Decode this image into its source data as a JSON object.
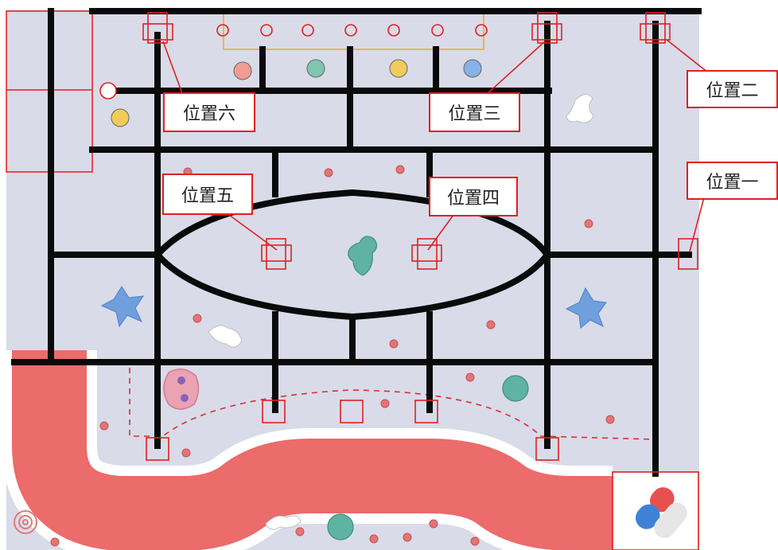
{
  "labels": {
    "pos1": "位置一",
    "pos2": "位置二",
    "pos3": "位置三",
    "pos4": "位置四",
    "pos5": "位置五",
    "pos6": "位置六"
  },
  "colors": {
    "floor": "#d9dbe9",
    "line": "#0a0a0a",
    "road": "#ec6b6b",
    "marker": "#e02020",
    "gate": "#f0b542"
  }
}
